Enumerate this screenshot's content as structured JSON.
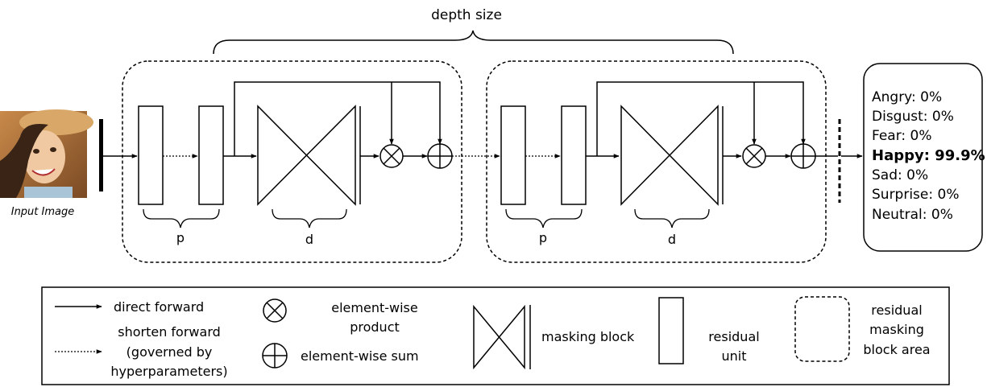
{
  "top_label": "depth size",
  "input_label": "Input Image",
  "brace_labels": [
    "p",
    "d",
    "p",
    "d"
  ],
  "results": [
    {
      "text": "Angry: 0%",
      "highlight": false
    },
    {
      "text": "Disgust: 0%",
      "highlight": false
    },
    {
      "text": "Fear: 0%",
      "highlight": false
    },
    {
      "text": "Happy: 99.9%",
      "highlight": true
    },
    {
      "text": "Sad: 0%",
      "highlight": false
    },
    {
      "text": "Surprise: 0%",
      "highlight": false
    },
    {
      "text": "Neutral: 0%",
      "highlight": false
    }
  ],
  "legend": {
    "direct_forward": "direct forward",
    "shorten_forward": [
      "shorten forward",
      "(governed by",
      "hyperparameters)"
    ],
    "product": [
      "element-wise",
      "product"
    ],
    "sum": "element-wise sum",
    "masking_block": "masking block",
    "residual_unit": [
      "residual",
      "unit"
    ],
    "residual_area": [
      "residual",
      "masking",
      "block area"
    ]
  },
  "colors": {
    "stroke": "#000000",
    "background": "#ffffff"
  }
}
